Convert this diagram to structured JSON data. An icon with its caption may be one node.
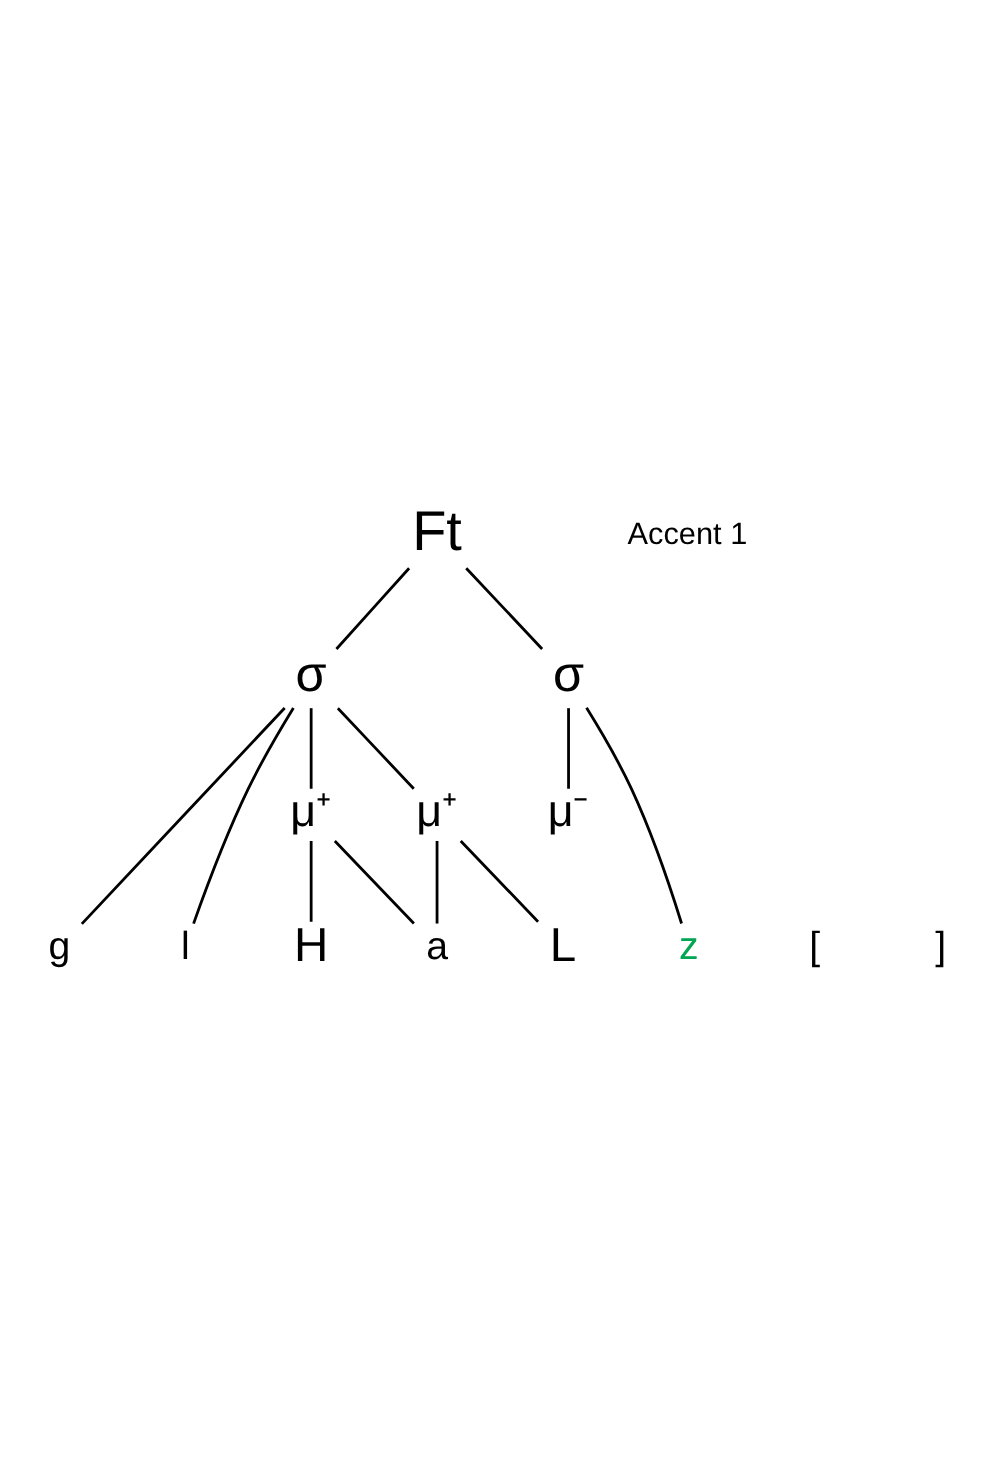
{
  "diagram": {
    "nodes": [
      {
        "text": [
          "Ft"
        ]
      },
      {
        "text": [
          "σ"
        ]
      },
      {
        "text": [
          "σ"
        ]
      },
      {
        "text": [
          "μ⁺"
        ]
      },
      {
        "text": [
          "μ⁺"
        ]
      },
      {
        "text": [
          "μ⁻"
        ]
      },
      {
        "text": [
          "g"
        ]
      },
      {
        "text": [
          "l"
        ]
      },
      {
        "text": [
          "a"
        ]
      },
      {
        "text": [
          "z"
        ]
      },
      {
        "text": [
          "H"
        ]
      },
      {
        "text": [
          "L"
        ]
      }
    ],
    "edges": [
      {
        "from": 0,
        "to": 1,
        "arrow": "none"
      },
      {
        "from": 0,
        "to": 2,
        "arrow": "none"
      },
      {
        "from": 1,
        "to": 6,
        "arrow": "none"
      },
      {
        "from": 1,
        "to": 7,
        "arrow": "none"
      },
      {
        "from": 1,
        "to": 3,
        "arrow": "none"
      },
      {
        "from": 1,
        "to": 4,
        "arrow": "none"
      },
      {
        "from": 2,
        "to": 9,
        "arrow": "none"
      },
      {
        "from": 2,
        "to": 5,
        "arrow": "none"
      },
      {
        "from": 3,
        "to": 8,
        "arrow": "none"
      },
      {
        "from": 4,
        "to": 8,
        "arrow": "none"
      },
      {
        "from": 3,
        "to": 10,
        "arrow": "none"
      },
      {
        "from": 4,
        "to": 11,
        "arrow": "none"
      }
    ],
    "labels": [
      "Accent 1",
      "[",
      "]"
    ]
  }
}
